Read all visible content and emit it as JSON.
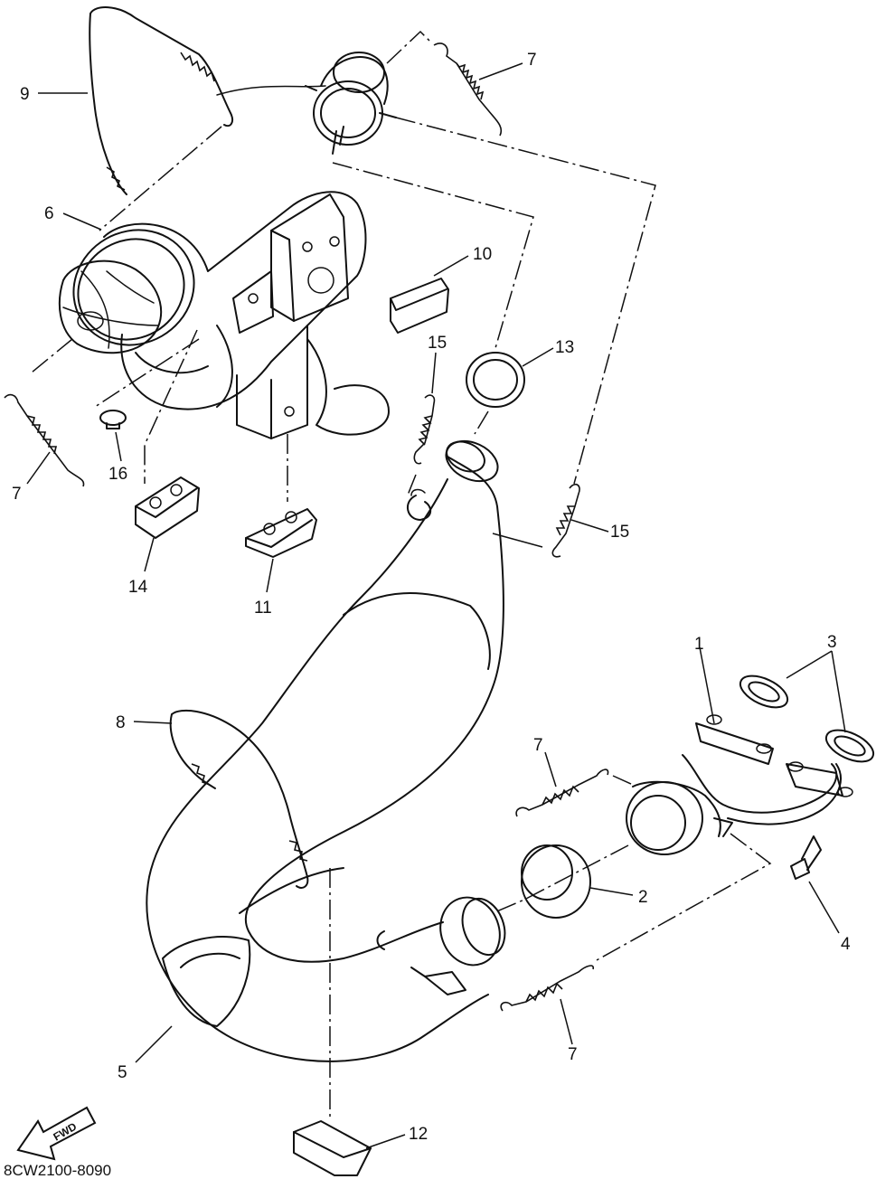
{
  "diagram_code": "8CW2100-8090",
  "direction_label": "FWD",
  "callouts": [
    {
      "id": "c1",
      "label": "1"
    },
    {
      "id": "c2",
      "label": "2"
    },
    {
      "id": "c3",
      "label": "3"
    },
    {
      "id": "c4",
      "label": "4"
    },
    {
      "id": "c5",
      "label": "5"
    },
    {
      "id": "c6",
      "label": "6"
    },
    {
      "id": "c7a",
      "label": "7"
    },
    {
      "id": "c7b",
      "label": "7"
    },
    {
      "id": "c7c",
      "label": "7"
    },
    {
      "id": "c7d",
      "label": "7"
    },
    {
      "id": "c8",
      "label": "8"
    },
    {
      "id": "c9",
      "label": "9"
    },
    {
      "id": "c10",
      "label": "10"
    },
    {
      "id": "c11",
      "label": "11"
    },
    {
      "id": "c12",
      "label": "12"
    },
    {
      "id": "c13",
      "label": "13"
    },
    {
      "id": "c14",
      "label": "14"
    },
    {
      "id": "c15a",
      "label": "15"
    },
    {
      "id": "c15b",
      "label": "15"
    },
    {
      "id": "c16",
      "label": "16"
    }
  ]
}
